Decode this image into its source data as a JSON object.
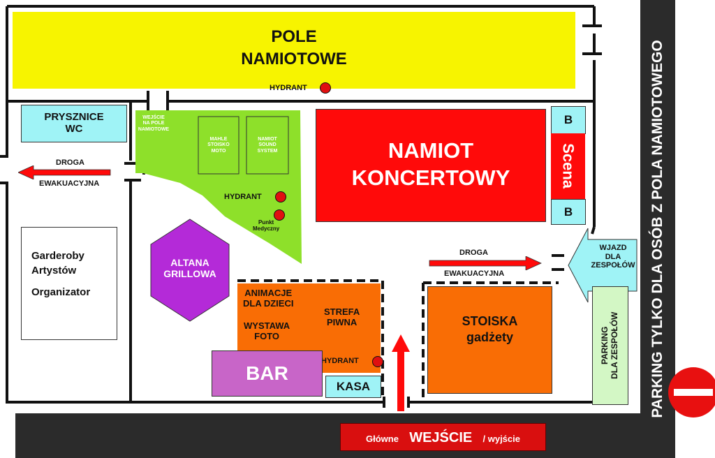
{
  "colors": {
    "field": "#f7f400",
    "green": "#8ee02a",
    "red": "#ff0a0a",
    "orange": "#f96d05",
    "cyan": "#9ff3f6",
    "purple": "#b42ad8",
    "bar": "#c865c8",
    "lightgreen": "#d3f7c5",
    "road": "#2b2b2b",
    "dark_red": "#d90f0f"
  },
  "labels": {
    "pole_line1": "POLE",
    "pole_line2": "NAMIOTOWE",
    "hydrant": "HYDRANT",
    "prysznice_line1": "PRYSZNICE",
    "prysznice_line2": "WC",
    "droga": "DROGA",
    "ewakuacyjna": "EWAKUACYJNA",
    "wejscie_pole_line1": "WEJŚCIE",
    "wejscie_pole_line2": "NA POLE",
    "wejscie_pole_line3": "NAMIOTOWE",
    "mahle_line1": "MAHLE",
    "mahle_line2": "STOISKO",
    "mahle_line3": "MOTO",
    "sound_line1": "NAMIOT",
    "sound_line2": "SOUND",
    "sound_line3": "SYSTEM",
    "punkt_line1": "Punkt",
    "punkt_line2": "Medyczny",
    "namiot_line1": "NAMIOT",
    "namiot_line2": "KONCERTOWY",
    "b": "B",
    "scena": "Scena",
    "garderoby_line1": "Garderoby",
    "garderoby_line2": "Artystów",
    "organizator": "Organizator",
    "altana_line1": "ALTANA",
    "altana_line2": "GRILLOWA",
    "animacje_line1": "ANIMACJE",
    "animacje_line2": "DLA DZIECI",
    "strefa_line1": "STREFA",
    "strefa_line2": "PIWNA",
    "wystawa_line1": "WYSTAWA",
    "wystawa_line2": "FOTO",
    "bar": "BAR",
    "kasa": "KASA",
    "stoiska_line1": "STOISKA",
    "stoiska_line2": "gadżety",
    "wjazd_line1": "WJAZD",
    "wjazd_line2": "DLA",
    "wjazd_line3": "ZESPOŁÓW",
    "parking_zespolow_line1": "PARKING",
    "parking_zespolow_line2": "DLA ZESPOŁÓW",
    "parking_side": "PARKING TYLKO DLA  OSÓB Z POLA NAMIOTOWEGO",
    "glowne": "Główne",
    "wejscie": "WEJŚCIE",
    "wyjscie": "/ wyjście"
  },
  "icons": {
    "hydrant": "red-circle",
    "no_entry": "no-entry-sign",
    "arrow": "red-arrow"
  }
}
